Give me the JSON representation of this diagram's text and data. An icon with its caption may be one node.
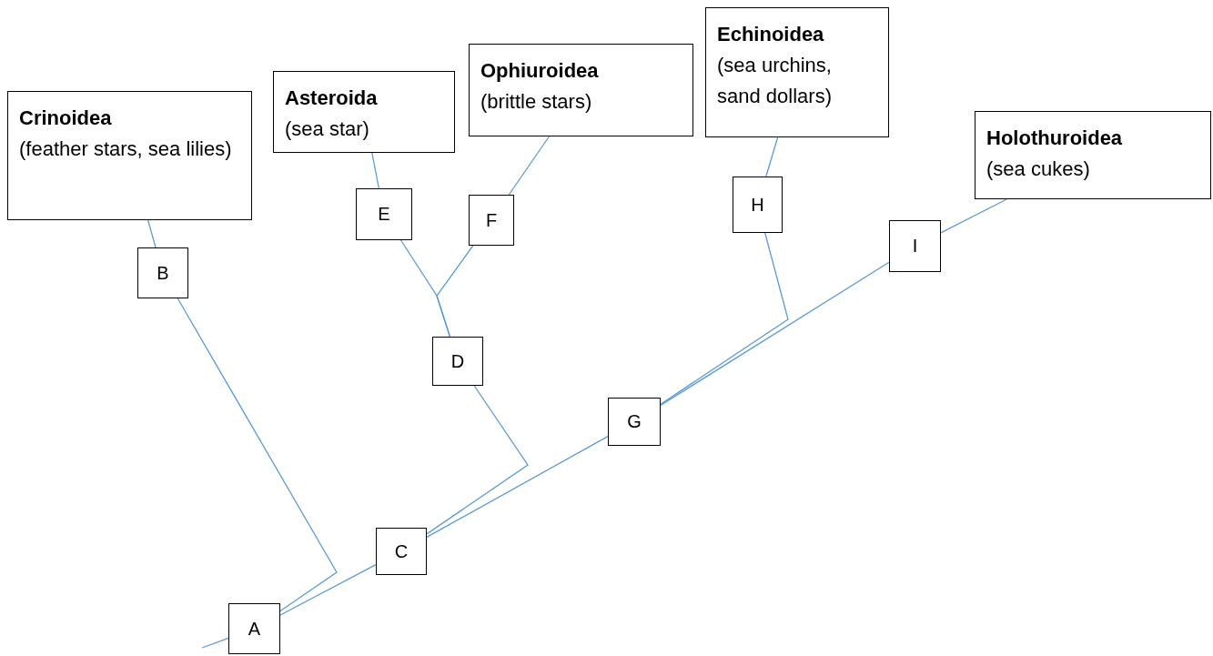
{
  "diagram": {
    "nodes": [
      {
        "text": [
          "Crinoidea",
          "(feather stars, sea lilies)"
        ]
      },
      {
        "text": [
          "Asteroida",
          "(sea star)"
        ]
      },
      {
        "text": [
          "Ophiuroidea",
          "(brittle stars)"
        ]
      },
      {
        "text": [
          "Echinoidea",
          "(sea urchins, sand dollars)"
        ]
      },
      {
        "text": [
          "Holothuroidea",
          "(sea cukes)"
        ]
      },
      {
        "text": [
          "A"
        ]
      },
      {
        "text": [
          "B"
        ]
      },
      {
        "text": [
          "C"
        ]
      },
      {
        "text": [
          "D"
        ]
      },
      {
        "text": [
          "E"
        ]
      },
      {
        "text": [
          "F"
        ]
      },
      {
        "text": [
          "G"
        ]
      },
      {
        "text": [
          "H"
        ]
      },
      {
        "text": [
          "I"
        ]
      }
    ],
    "edges": [
      {
        "from": null,
        "to": 5,
        "arrow": "none"
      },
      {
        "from": 5,
        "to": 6,
        "arrow": "none"
      },
      {
        "from": 5,
        "to": 7,
        "arrow": "none"
      },
      {
        "from": 6,
        "to": 0,
        "arrow": "none"
      },
      {
        "from": 7,
        "to": 8,
        "arrow": "none"
      },
      {
        "from": 7,
        "to": 11,
        "arrow": "none"
      },
      {
        "from": 8,
        "to": 9,
        "arrow": "none"
      },
      {
        "from": 8,
        "to": 10,
        "arrow": "none"
      },
      {
        "from": 9,
        "to": 1,
        "arrow": "none"
      },
      {
        "from": 10,
        "to": 2,
        "arrow": "none"
      },
      {
        "from": 11,
        "to": 12,
        "arrow": "none"
      },
      {
        "from": 11,
        "to": 13,
        "arrow": "none"
      },
      {
        "from": 12,
        "to": 3,
        "arrow": "none"
      },
      {
        "from": 13,
        "to": 4,
        "arrow": "none"
      }
    ]
  }
}
